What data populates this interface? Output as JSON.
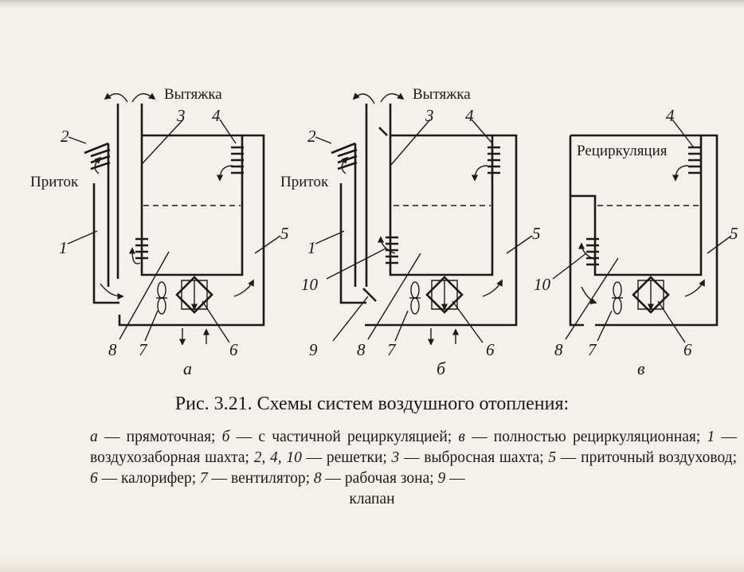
{
  "diagram": {
    "labels": {
      "exhaust": "Вытяжка",
      "intake": "Приток",
      "recirculation": "Рециркуляция"
    },
    "numbers": {
      "n1": "1",
      "n2": "2",
      "n3": "3",
      "n4": "4",
      "n5": "5",
      "n6": "6",
      "n7": "7",
      "n8": "8",
      "n9": "9",
      "n10": "10"
    },
    "subfigures": {
      "a": "а",
      "b": "б",
      "v": "в"
    }
  },
  "caption": {
    "title": "Рис. 3.21. Схемы систем воздушного отопления:",
    "items": [
      {
        "key": "а",
        "text": " — прямоточная; "
      },
      {
        "key": "б",
        "text": " — с частичной рециркуляцией; "
      },
      {
        "key": "в",
        "text": " — полностью рециркуляционная; "
      },
      {
        "key": "1",
        "text": " — воздухозаборная шахта; "
      },
      {
        "key": "2, 4, 10",
        "text": " — решетки; "
      },
      {
        "key": "3",
        "text": " — выбросная шахта; "
      },
      {
        "key": "5",
        "text": " — приточный воздуховод; "
      },
      {
        "key": "6",
        "text": " — калорифер; "
      },
      {
        "key": "7",
        "text": " — вентилятор; "
      },
      {
        "key": "8",
        "text": " — рабочая зона; "
      },
      {
        "key": "9",
        "text": " — "
      }
    ],
    "last_word": "клапан"
  }
}
